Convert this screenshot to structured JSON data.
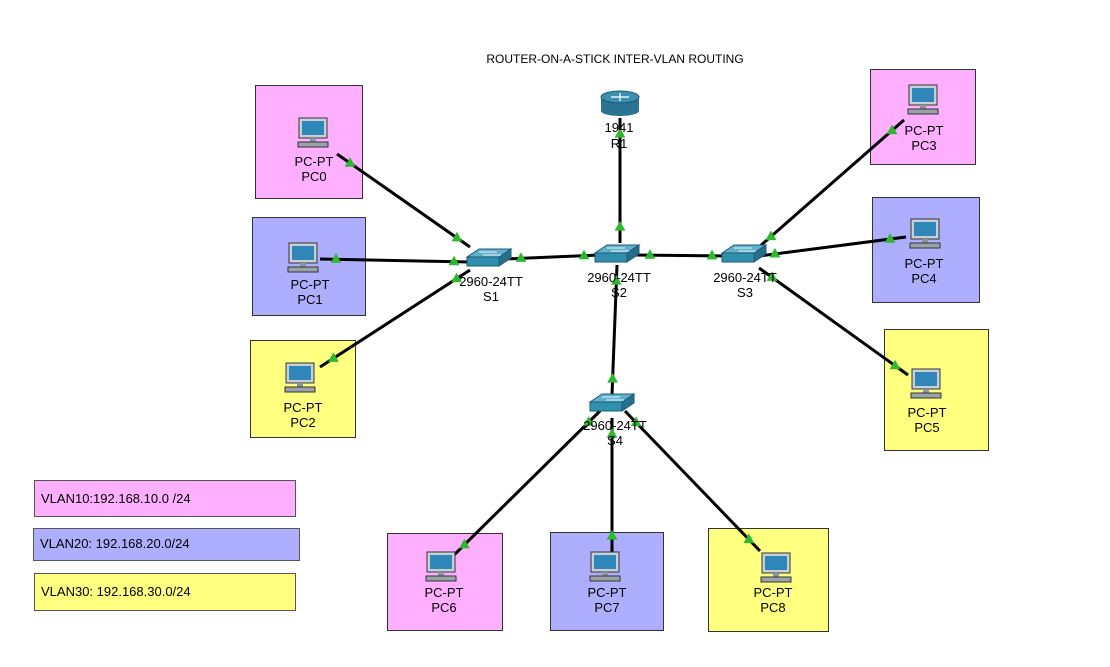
{
  "title": "ROUTER-ON-A-STICK INTER-VLAN ROUTING",
  "colors": {
    "vlan10": "#ffafff",
    "vlan20": "#aeaeff",
    "vlan30": "#ffff80",
    "link": "#000000",
    "link_up": "#2eb82e",
    "switch": "#2f8fae",
    "router": "#3d8fb0",
    "pc_screen": "#2f86b8"
  },
  "legend": [
    {
      "label": "VLAN10:192.168.10.0 /24",
      "color": "vlan10"
    },
    {
      "label": "VLAN20: 192.168.20.0/24",
      "color": "vlan20"
    },
    {
      "label": "VLAN30: 192.168.30.0/24",
      "color": "vlan30"
    }
  ],
  "router": {
    "model": "1941",
    "name": "R1"
  },
  "switches": [
    {
      "model": "2960-24TT",
      "name": "S1"
    },
    {
      "model": "2960-24TT",
      "name": "S2"
    },
    {
      "model": "2960-24TT",
      "name": "S3"
    },
    {
      "model": "2960-24TT",
      "name": "S4"
    }
  ],
  "pcs": [
    {
      "model": "PC-PT",
      "name": "PC0",
      "vlan": "vlan10",
      "switch": "S1"
    },
    {
      "model": "PC-PT",
      "name": "PC1",
      "vlan": "vlan20",
      "switch": "S1"
    },
    {
      "model": "PC-PT",
      "name": "PC2",
      "vlan": "vlan30",
      "switch": "S1"
    },
    {
      "model": "PC-PT",
      "name": "PC3",
      "vlan": "vlan10",
      "switch": "S3"
    },
    {
      "model": "PC-PT",
      "name": "PC4",
      "vlan": "vlan20",
      "switch": "S3"
    },
    {
      "model": "PC-PT",
      "name": "PC5",
      "vlan": "vlan30",
      "switch": "S3"
    },
    {
      "model": "PC-PT",
      "name": "PC6",
      "vlan": "vlan10",
      "switch": "S4"
    },
    {
      "model": "PC-PT",
      "name": "PC7",
      "vlan": "vlan20",
      "switch": "S4"
    },
    {
      "model": "PC-PT",
      "name": "PC8",
      "vlan": "vlan30",
      "switch": "S4"
    }
  ],
  "links": [
    [
      "R1",
      "S2"
    ],
    [
      "S1",
      "S2"
    ],
    [
      "S2",
      "S3"
    ],
    [
      "S2",
      "S4"
    ],
    [
      "PC0",
      "S1"
    ],
    [
      "PC1",
      "S1"
    ],
    [
      "PC2",
      "S1"
    ],
    [
      "PC3",
      "S3"
    ],
    [
      "PC4",
      "S3"
    ],
    [
      "PC5",
      "S3"
    ],
    [
      "PC6",
      "S4"
    ],
    [
      "PC7",
      "S4"
    ],
    [
      "PC8",
      "S4"
    ]
  ]
}
